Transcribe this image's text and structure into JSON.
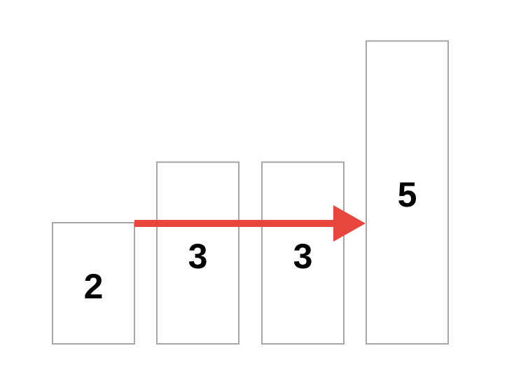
{
  "diagram": {
    "bars": [
      {
        "label": "2",
        "value": 2
      },
      {
        "label": "3",
        "value": 3
      },
      {
        "label": "3",
        "value": 3
      },
      {
        "label": "5",
        "value": 5
      }
    ],
    "arrow": {
      "from_bar": 0,
      "to_bar": 3,
      "level": 2,
      "color": "#e8453c"
    },
    "bar_border_color": "#a6a6a6"
  }
}
